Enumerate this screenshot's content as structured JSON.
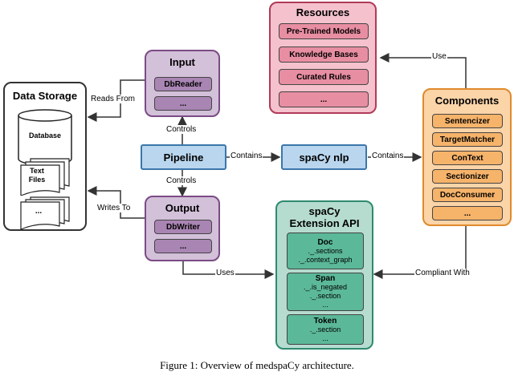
{
  "data_storage": {
    "title": "Data Storage",
    "database": "Database",
    "text_files": "Text\nFiles",
    "more": "..."
  },
  "input": {
    "title": "Input",
    "items": [
      "DbReader",
      "..."
    ]
  },
  "output": {
    "title": "Output",
    "items": [
      "DbWriter",
      "..."
    ]
  },
  "pipeline": {
    "title": "Pipeline"
  },
  "spacy_nlp": {
    "title": "spaCy nlp"
  },
  "resources": {
    "title": "Resources",
    "items": [
      "Pre-Trained Models",
      "Knowledge Bases",
      "Curated Rules",
      "..."
    ]
  },
  "components": {
    "title": "Components",
    "items": [
      "Sentencizer",
      "TargetMatcher",
      "ConText",
      "Sectionizer",
      "DocConsumer",
      "..."
    ]
  },
  "extension_api": {
    "title": "spaCy\nExtension API",
    "doc": {
      "title": "Doc",
      "lines": [
        "._.sections",
        "._.context_graph"
      ]
    },
    "span": {
      "title": "Span",
      "lines": [
        "._.is_negated",
        "._.section",
        "..."
      ]
    },
    "token": {
      "title": "Token",
      "lines": [
        "._.section",
        "..."
      ]
    }
  },
  "edge_labels": {
    "reads_from": "Reads From",
    "writes_to": "Writes To",
    "controls_up": "Controls",
    "controls_down": "Controls",
    "contains_1": "Contains",
    "contains_2": "Contains",
    "use": "Use",
    "uses": "Uses",
    "compliant_with": "Compliant With"
  },
  "caption": "Figure 1: Overview of medspaCy architecture."
}
